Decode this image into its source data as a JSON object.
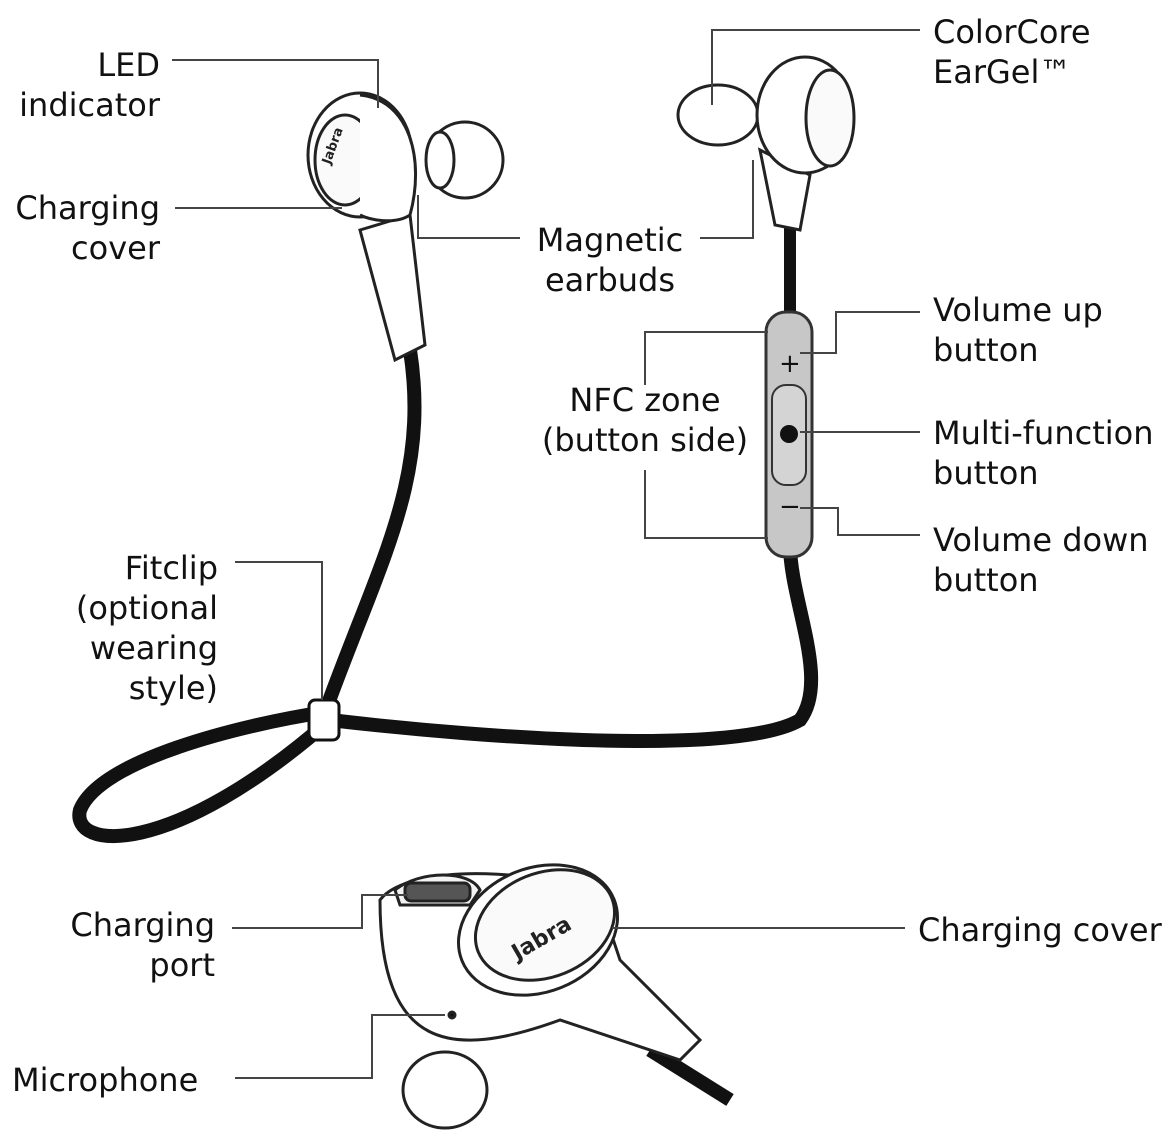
{
  "labels": {
    "led": [
      "LED",
      "indicator"
    ],
    "charging_cover_top": [
      "Charging",
      "cover"
    ],
    "magnetic": [
      "Magnetic",
      "earbuds"
    ],
    "colorcore": [
      "ColorCore",
      "EarGel™"
    ],
    "vol_up": [
      "Volume  up",
      "button"
    ],
    "nfc": [
      "NFC zone",
      "(button side)"
    ],
    "multi": [
      "Multi-function",
      "button"
    ],
    "vol_down": [
      "Volume down",
      "button"
    ],
    "fitclip": [
      "Fitclip",
      "(optional",
      "wearing",
      "style)"
    ],
    "charging_port": [
      "Charging",
      "port"
    ],
    "charging_cover_bottom": [
      "Charging cover"
    ],
    "microphone": [
      "Microphone"
    ]
  },
  "remote": {
    "plus": "+",
    "minus": "−"
  },
  "brand": "Jabra"
}
